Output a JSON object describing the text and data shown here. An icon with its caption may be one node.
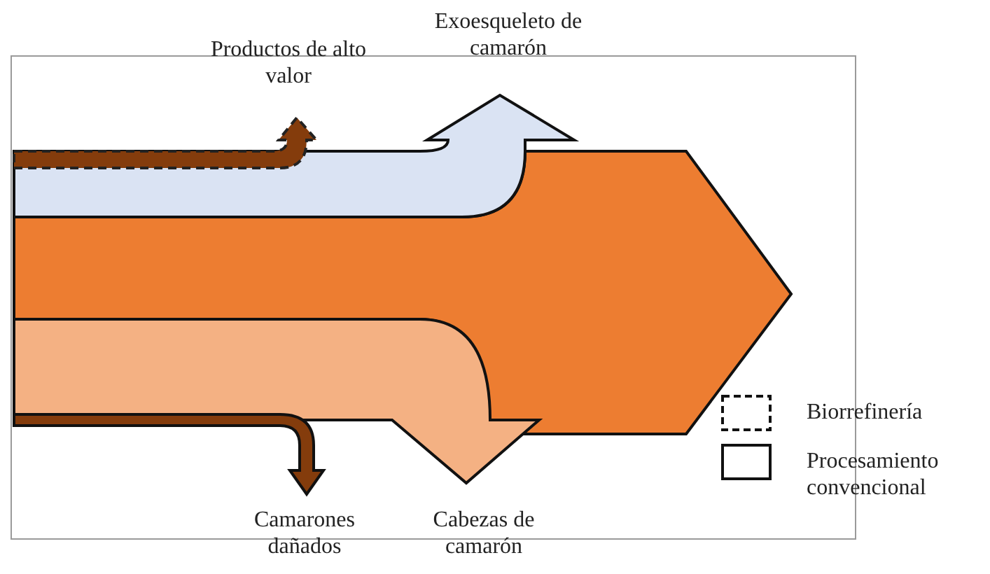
{
  "diagram": {
    "nodes": [
      {
        "text": [
          "Productos de alto valor"
        ]
      },
      {
        "text": [
          "Exoesqueleto de camarón"
        ]
      },
      {
        "text": [
          "Camarones dañados"
        ]
      },
      {
        "text": [
          "Cabezas de camarón"
        ]
      }
    ],
    "edges": [
      {
        "from": null,
        "to": 0,
        "arrow": "to",
        "style": "dashed",
        "color": "#843c0c"
      },
      {
        "from": null,
        "to": 1,
        "arrow": "to",
        "color": "#dae3f3"
      },
      {
        "from": null,
        "to": 2,
        "arrow": "to",
        "color": "#843c0c"
      },
      {
        "from": null,
        "to": 3,
        "arrow": "to",
        "color": "#f4b183"
      }
    ],
    "legend": [
      {
        "text": "Biorrefinería"
      },
      {
        "text": "Procesamiento convencional"
      }
    ]
  }
}
